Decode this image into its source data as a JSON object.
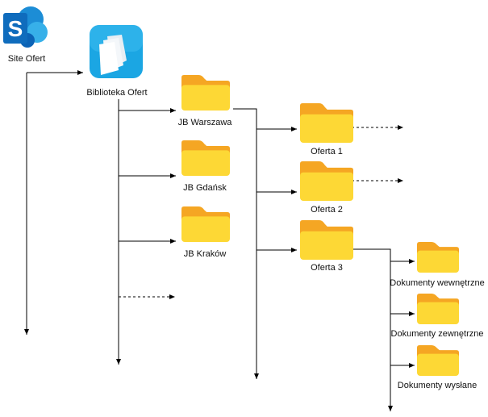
{
  "nodes": {
    "site": {
      "label": "Site Ofert",
      "icon": "sharepoint-logo-icon"
    },
    "library": {
      "label": "Biblioteka Ofert",
      "icon": "document-library-icon"
    },
    "jb_warszawa": {
      "label": "JB Warszawa",
      "icon": "folder-icon"
    },
    "jb_gdansk": {
      "label": "JB Gdańsk",
      "icon": "folder-icon"
    },
    "jb_krakow": {
      "label": "JB Kraków",
      "icon": "folder-icon"
    },
    "oferta1": {
      "label": "Oferta 1",
      "icon": "folder-icon"
    },
    "oferta2": {
      "label": "Oferta 2",
      "icon": "folder-icon"
    },
    "oferta3": {
      "label": "Oferta 3",
      "icon": "folder-icon"
    },
    "dok_wewn": {
      "label": "Dokumenty wewnętrzne",
      "icon": "folder-icon"
    },
    "dok_zewn": {
      "label": "Dokumenty zewnętrzne",
      "icon": "folder-icon"
    },
    "dok_wysl": {
      "label": "Dokumenty wysłane",
      "icon": "folder-icon"
    }
  },
  "colors": {
    "folder_body": "#fdd835",
    "folder_tab": "#f5a623",
    "sharepoint": "#0f78d4",
    "library_bg": "#1aa3e0",
    "line": "#000000"
  }
}
